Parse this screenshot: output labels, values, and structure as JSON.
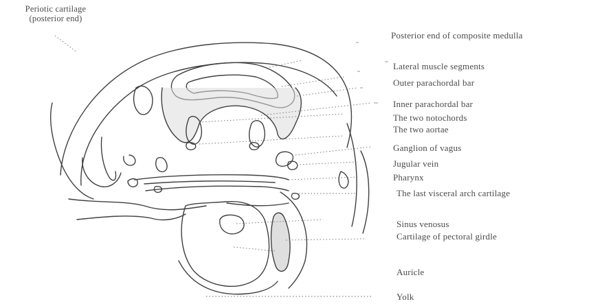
{
  "figure": {
    "labels": {
      "periotic": {
        "line1": "Periotic cartilage",
        "line2": "(posterior end)"
      },
      "posterior_medulla": "Posterior end of composite medulla",
      "lateral_muscle": "Lateral muscle segments",
      "outer_parachordal": "Outer parachordal bar",
      "inner_parachordal": "Inner parachordal bar",
      "notochords": "The two notochords",
      "aortae": "The two aortae",
      "ganglion_vagus": "Ganglion of vagus",
      "jugular_vein": "Jugular vein",
      "pharynx": "Pharynx",
      "last_visceral": "The last visceral arch cartilage",
      "sinus_venosus": "Sinus venosus",
      "pectoral_girdle": "Cartilage of pectoral girdle",
      "auricle": "Auricle",
      "yolk": "Yolk"
    },
    "colors": {
      "ink": "#3f3f3f",
      "shade": "#d9d9d9",
      "paper": "#ffffff"
    }
  }
}
